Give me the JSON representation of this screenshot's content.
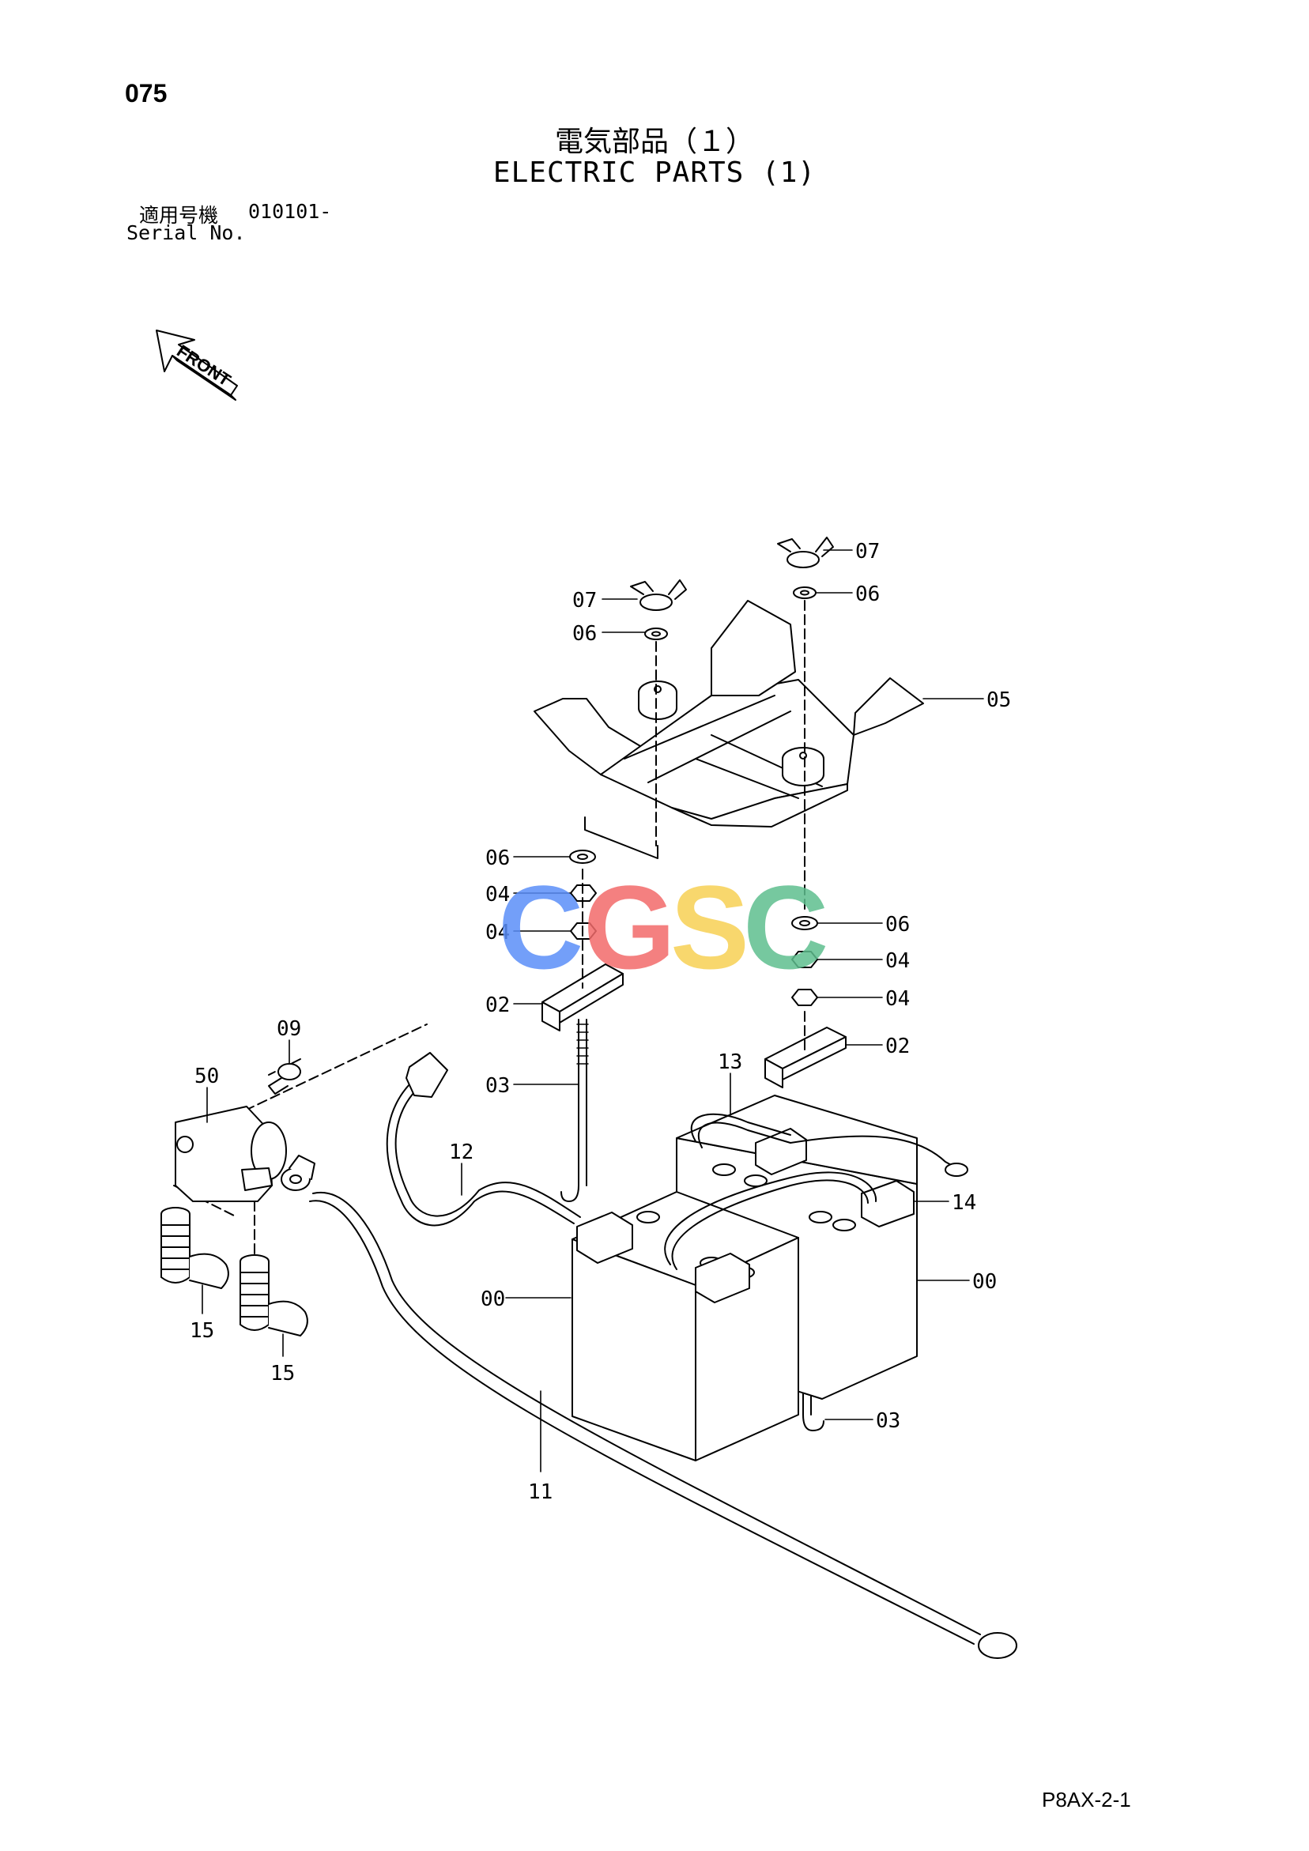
{
  "header": {
    "page_number": "075",
    "title_jp": "電気部品（１）",
    "title_en": "ELECTRIC PARTS (1)",
    "serial_label_jp": "適用号機",
    "serial_value": "010101-",
    "serial_label_en": "Serial No."
  },
  "front_indicator": "FRONT",
  "callouts": {
    "c07a": "07",
    "c07b": "07",
    "c06a": "06",
    "c06b": "06",
    "c06c": "06",
    "c06d": "06",
    "c05": "05",
    "c04a": "04",
    "c04b": "04",
    "c04c": "04",
    "c04d": "04",
    "c02a": "02",
    "c02b": "02",
    "c03a": "03",
    "c03b": "03",
    "c09": "09",
    "c50": "50",
    "c12": "12",
    "c13": "13",
    "c14": "14",
    "c00a": "00",
    "c00b": "00",
    "c15a": "15",
    "c15b": "15",
    "c11": "11"
  },
  "watermark": {
    "letters": [
      "C",
      "G",
      "S",
      "C"
    ],
    "colors": [
      "#5b8ff9",
      "#f36b6b",
      "#f7d154",
      "#5fbf8f"
    ]
  },
  "footer": {
    "page_code": "P8AX-2-1"
  }
}
